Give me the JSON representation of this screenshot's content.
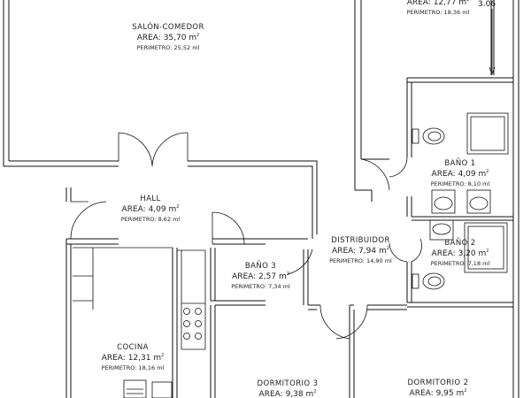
{
  "rooms": {
    "top_room": {
      "area_label": "AREA:",
      "area_value": "12,77",
      "unit": "m",
      "perimeter": "18,36 ml"
    },
    "salon": {
      "name": "SALÓN-COMEDOR",
      "area_label": "AREA:",
      "area_value": "35,70",
      "unit": "m",
      "perimeter": "PERIMETRO: 25,52 ml"
    },
    "hall": {
      "name": "HALL",
      "area_label": "AREA:",
      "area_value": "4,09",
      "unit": "m",
      "perimeter": "PERIMETRO: 8,62 ml"
    },
    "bano1": {
      "name": "BAÑO 1",
      "area_label": "AREA:",
      "area_value": "4,09",
      "unit": "m",
      "perimeter": "PERIMETRO: 8,10 ml"
    },
    "bano2": {
      "name": "BAÑO 2",
      "area_label": "AREA:",
      "area_value": "3,20",
      "unit": "m",
      "perimeter": "PERIMETRO: 7,18 ml"
    },
    "bano3": {
      "name": "BAÑO 3",
      "area_label": "AREA:",
      "area_value": "2,57",
      "unit": "m",
      "perimeter": "PERIMETRO: 7,34 ml"
    },
    "distribuidor": {
      "name": "DISTRIBUIDOR",
      "area_label": "AREA:",
      "area_value": "7,94",
      "unit": "m",
      "perimeter": "PERIMETRO: 14,90 ml"
    },
    "cocina": {
      "name": "COCINA",
      "area_label": "AREA:",
      "area_value": "12,31",
      "unit": "m",
      "perimeter": "PERIMETRO: 18,16 ml"
    },
    "dormitorio3": {
      "name": "DORMITORIO 3",
      "area_label": "AREA:",
      "area_value": "9,38",
      "unit": "m"
    },
    "dormitorio2": {
      "name": "DORMITORIO 2",
      "area_label": "AREA:",
      "area_value": "9,95",
      "unit": "m"
    }
  },
  "dimension_label": "3.06",
  "unit_exponent": "2"
}
